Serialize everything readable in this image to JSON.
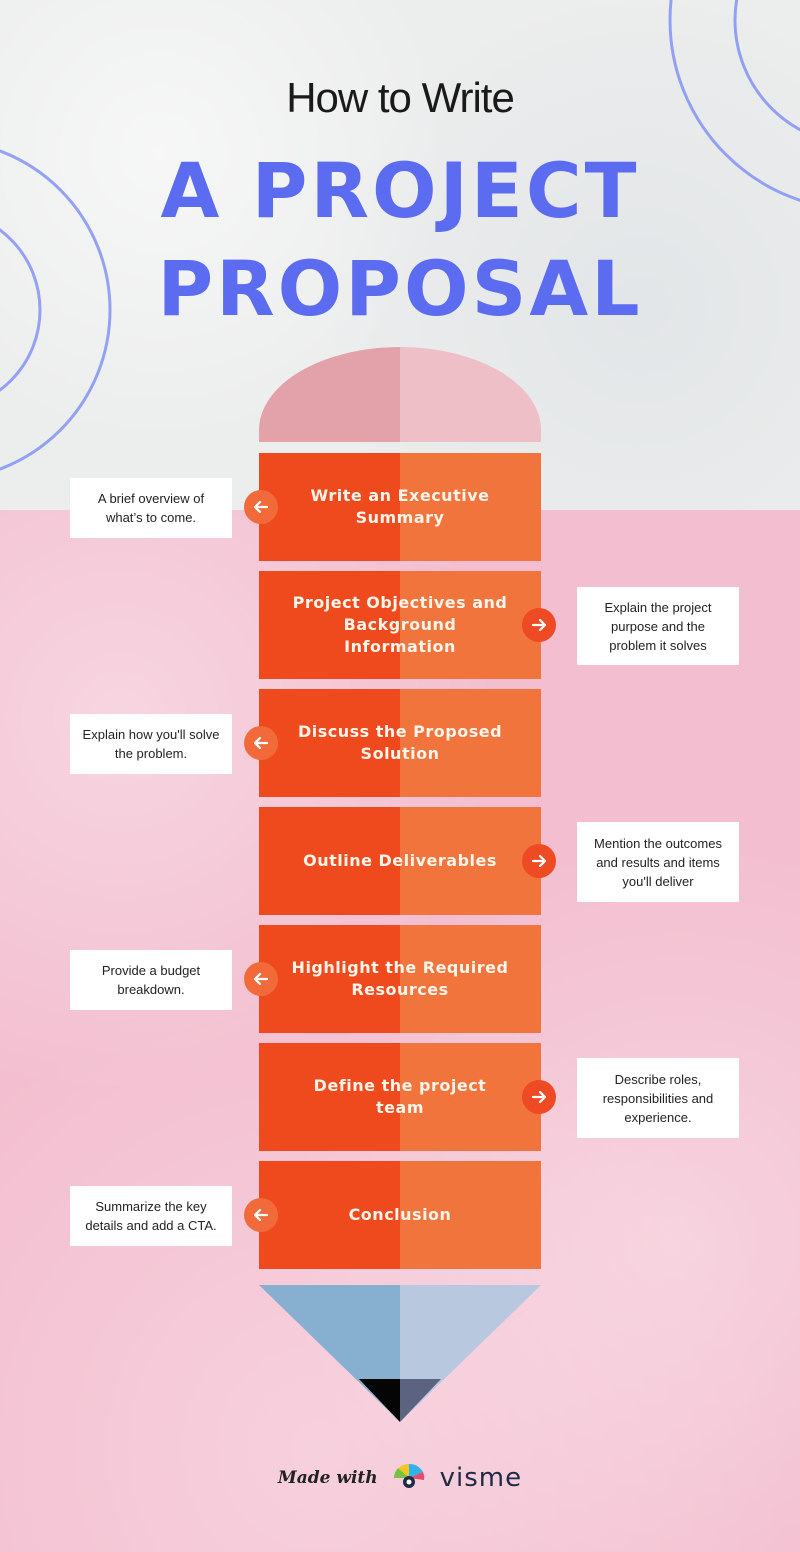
{
  "title": {
    "line1": "How to Write",
    "line2": "A PROJECT",
    "line3": "PROPOSAL"
  },
  "steps": [
    {
      "label": "Write an Executive Summary",
      "note": "A brief overview of what’s to come.",
      "note_side": "left"
    },
    {
      "label": "Project Objectives and Background Information",
      "note": "Explain the project purpose and the problem it solves",
      "note_side": "right"
    },
    {
      "label": "Discuss the Proposed Solution",
      "note": "Explain how you'll solve the problem.",
      "note_side": "left"
    },
    {
      "label": "Outline Deliverables",
      "note": "Mention the outcomes and results and items you'll deliver",
      "note_side": "right"
    },
    {
      "label": "Highlight the Required Resources",
      "note": "Provide a budget breakdown.",
      "note_side": "left"
    },
    {
      "label": "Define the project team",
      "note": "Describe roles, responsibilities and experience.",
      "note_side": "right"
    },
    {
      "label": "Conclusion",
      "note": "Summarize the key details and add a CTA.",
      "note_side": "left"
    }
  ],
  "footer": {
    "made_with": "Made with",
    "brand": "visme"
  },
  "colors": {
    "title_accent": "#5b6cf0",
    "step_dark": "#ef4a1e",
    "step_light": "#f2743d",
    "eraser_left": "#e3a2aa",
    "eraser_right": "#eebfc7",
    "tip_left": "#87b0d0",
    "tip_right": "#b7c8df"
  },
  "icons": [
    "arrow-left-icon",
    "arrow-right-icon",
    "visme-logo-icon"
  ]
}
